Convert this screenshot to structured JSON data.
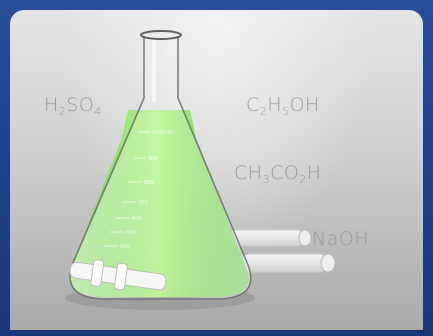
{
  "formulas": {
    "sulfuric": {
      "a": "H",
      "s1": "2",
      "b": "SO",
      "s2": "4"
    },
    "ethanol": {
      "a": "C",
      "s1": "2",
      "b": "H",
      "s2": "5",
      "c": "OH"
    },
    "acetic": {
      "a": "CH",
      "s1": "3",
      "b": "CO",
      "s2": "2",
      "c": "H"
    },
    "naoh": "NaOH"
  },
  "flask": {
    "graduations": [
      "1000 ml",
      "900",
      "800",
      "700",
      "600",
      "500",
      "400"
    ],
    "liquid_color": "#8fe25a"
  },
  "colors": {
    "frame": "#1f438d",
    "panel": "#d6d6d6",
    "text": "#9a9a9a"
  }
}
